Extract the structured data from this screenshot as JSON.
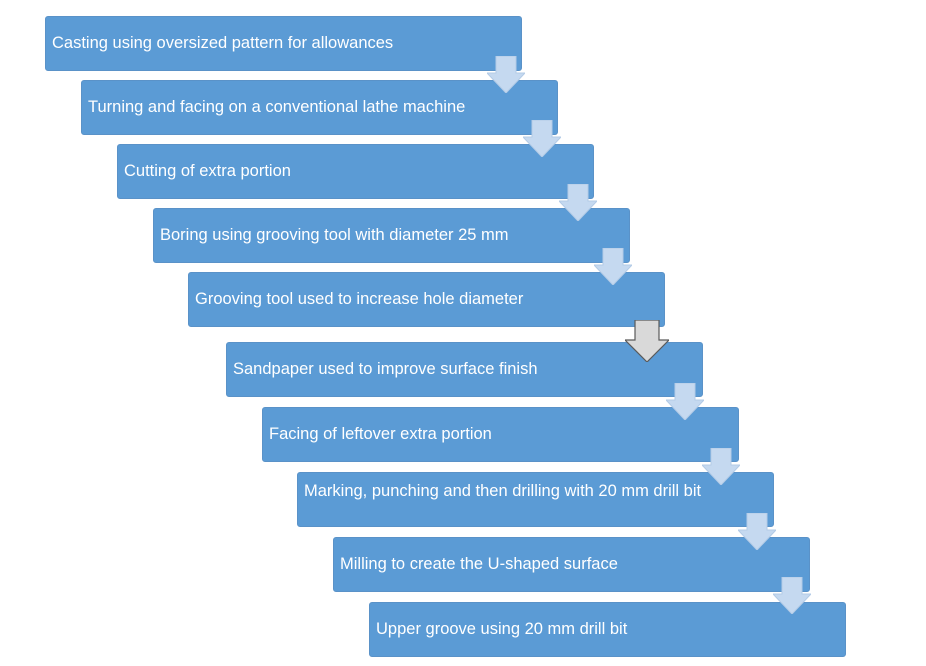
{
  "flow": {
    "steps": [
      "Casting using oversized pattern for allowances",
      "Turning and facing on a conventional lathe machine",
      "Cutting of extra portion",
      "Boring using grooving tool with diameter 25 mm",
      "Grooving tool used to increase hole diameter",
      "Sandpaper used to improve surface finish",
      "Facing of leftover extra portion",
      "Marking, punching and then drilling with 20 mm drill bit",
      "Milling to create the U-shaped surface",
      "Upper groove using 20 mm drill bit"
    ]
  },
  "colors": {
    "box_fill": "#5b9bd5",
    "box_text": "#ffffff",
    "arrow_fill": "#c5d9f0",
    "arrow_highlight_fill": "#d9d9d9"
  }
}
